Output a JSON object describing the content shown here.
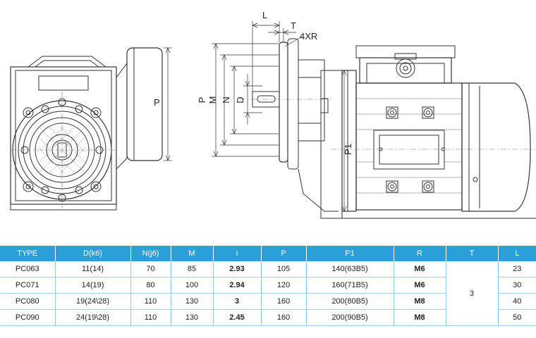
{
  "drawing_labels": {
    "p_left": "P",
    "l": "L",
    "t": "T",
    "xr": "4XR",
    "p": "P",
    "m": "M",
    "n": "N",
    "d": "D",
    "p1": "P1"
  },
  "table": {
    "headers": [
      "TYPE",
      "D(k6)",
      "N(j6)",
      "M",
      "i",
      "P",
      "P1",
      "R",
      "T",
      "L"
    ],
    "rows": [
      {
        "type": "PC063",
        "d": "11(14)",
        "n": "70",
        "m": "85",
        "i": "2.93",
        "p": "105",
        "p1": "140(63B5)",
        "r": "M6",
        "l": "23"
      },
      {
        "type": "PC071",
        "d": "14(19)",
        "n": "80",
        "m": "100",
        "i": "2.94",
        "p": "120",
        "p1": "160(71B5)",
        "r": "M6",
        "l": "30"
      },
      {
        "type": "PC080",
        "d": "19(24\\28)",
        "n": "110",
        "m": "130",
        "i": "3",
        "p": "160",
        "p1": "200(80B5)",
        "r": "M8",
        "l": "40"
      },
      {
        "type": "PC090",
        "d": "24(19\\28)",
        "n": "110",
        "m": "130",
        "i": "2.45",
        "p": "160",
        "p1": "200(90B5)",
        "r": "M8",
        "l": "50"
      }
    ],
    "t_merged": "3"
  },
  "colors": {
    "header_bg": "#2a9fd8",
    "line": "#333333"
  }
}
